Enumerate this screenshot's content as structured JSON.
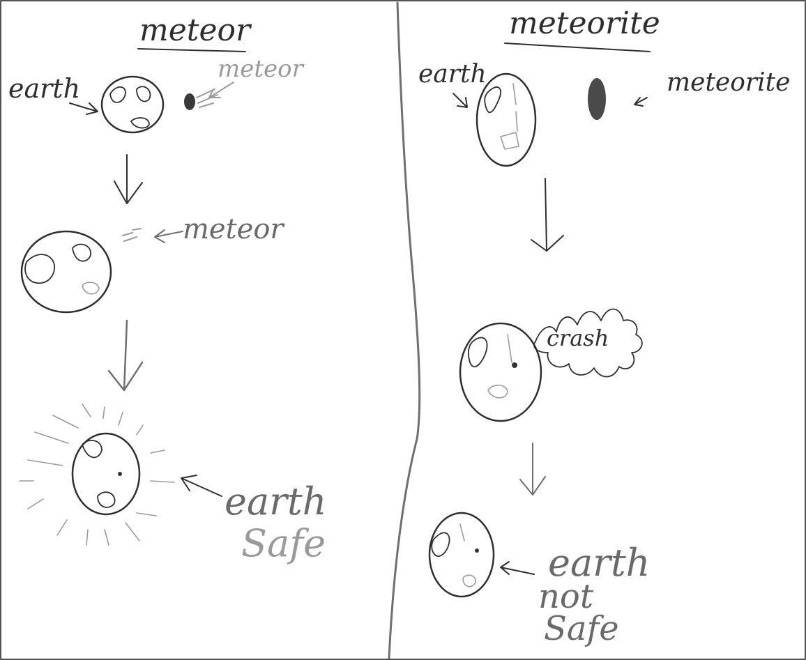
{
  "left_panel": {
    "title": "meteor",
    "step1": {
      "earth_label": "earth",
      "object_label": "meteor"
    },
    "step2": {
      "object_label": "meteor"
    },
    "step3": {
      "caption_line1": "earth",
      "caption_line2": "Safe"
    }
  },
  "right_panel": {
    "title": "meteorite",
    "step1": {
      "earth_label": "earth",
      "object_label": "meteorite"
    },
    "step2": {
      "impact_label": "crash"
    },
    "step3": {
      "caption_line1": "earth",
      "caption_line2": "not",
      "caption_line3": "Safe"
    }
  }
}
